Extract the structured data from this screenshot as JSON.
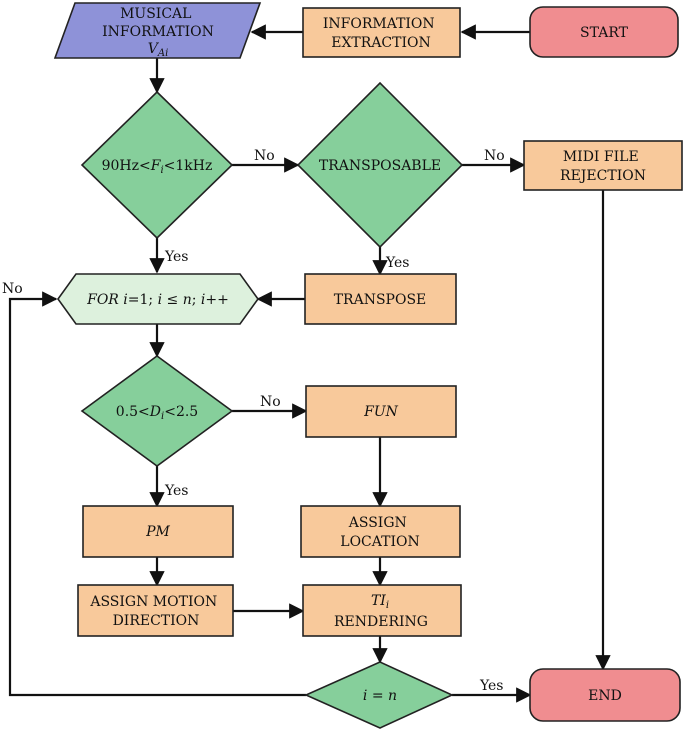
{
  "colors": {
    "process": "#F8C99B",
    "decision": "#86CF9B",
    "terminal": "#F08D90",
    "io": "#8E92D8",
    "loop": "#DDF1DD"
  },
  "nodes": {
    "start": "START",
    "info_extraction": [
      "INFORMATION",
      "EXTRACTION"
    ],
    "musical_info": [
      "MUSICAL",
      "INFORMATION",
      "V",
      "Ai"
    ],
    "freq_check": [
      "90Hz<",
      "F",
      "i",
      "<1kHz"
    ],
    "transposable": "TRANSPOSABLE",
    "midi_rejection": [
      "MIDI FILE",
      "REJECTION"
    ],
    "for_loop": [
      "FOR",
      " i",
      "=1; ",
      "i",
      " ≤ ",
      "n",
      "; ",
      "i",
      "++"
    ],
    "transpose": "TRANSPOSE",
    "duration_check": [
      "0.5<",
      "D",
      "i",
      "<2.5"
    ],
    "fun": "FUN",
    "pm": "PM",
    "assign_location": [
      "ASSIGN",
      "LOCATION"
    ],
    "assign_motion": [
      "ASSIGN MOTION",
      "DIRECTION"
    ],
    "ti_rendering": [
      "TI",
      "i",
      "RENDERING"
    ],
    "end_check": [
      "i",
      " = ",
      "n"
    ],
    "end": "END"
  },
  "edge_labels": {
    "yes": "Yes",
    "no": "No"
  }
}
